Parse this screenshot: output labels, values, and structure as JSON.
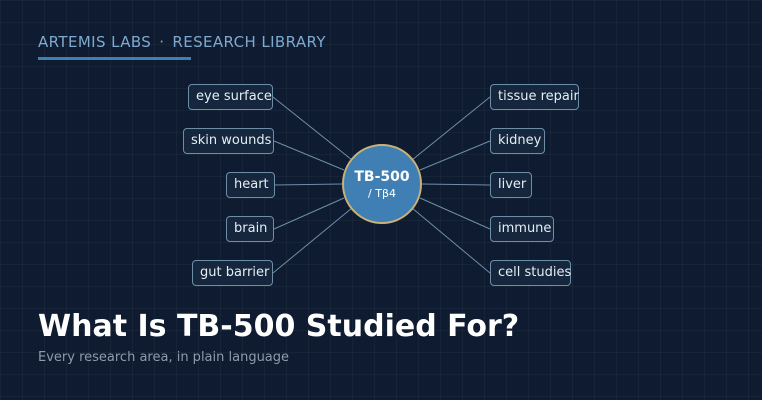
{
  "header": {
    "brand": "ARTEMIS LABS",
    "separator": "·",
    "section": "RESEARCH LIBRARY"
  },
  "hub": {
    "title": "TB-500",
    "subtitle": "/ Tβ4"
  },
  "left_nodes": [
    "eye surface",
    "skin wounds",
    "heart",
    "brain",
    "gut barrier"
  ],
  "right_nodes": [
    "tissue repair",
    "kidney",
    "liver",
    "immune",
    "cell studies"
  ],
  "headline": {
    "title": "What Is TB-500 Studied For?",
    "subtitle": "Every research area, in plain language"
  },
  "colors": {
    "background": "#0e1b30",
    "hub_fill": "#3f7fb4",
    "hub_border": "#c8b27a",
    "connector": "#6e8ea8"
  }
}
